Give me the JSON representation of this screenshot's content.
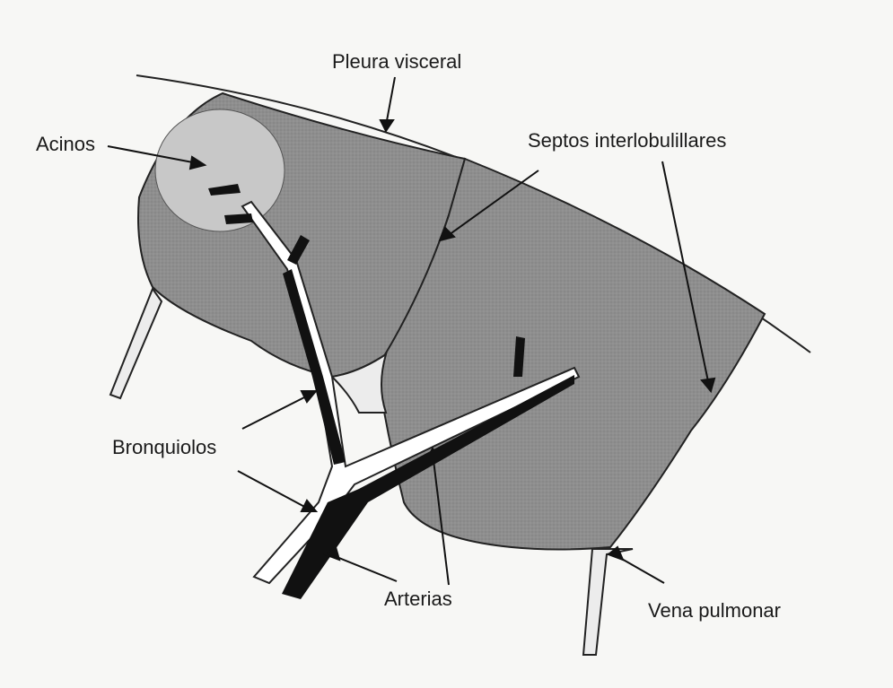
{
  "labels": {
    "pleura_visceral": "Pleura visceral",
    "acinos": "Acinos",
    "septos_interlobulillares": "Septos interlobulillares",
    "bronquiolos": "Bronquiolos",
    "arterias": "Arterias",
    "vena_pulmonar": "Vena pulmonar"
  },
  "colors": {
    "lobule_fill": "#8e8e8e",
    "acinus_fill": "#c8c8c8",
    "airway_fill": "#ffffff",
    "artery_fill": "#111111",
    "outline": "#222222",
    "background": "#f7f7f5"
  }
}
